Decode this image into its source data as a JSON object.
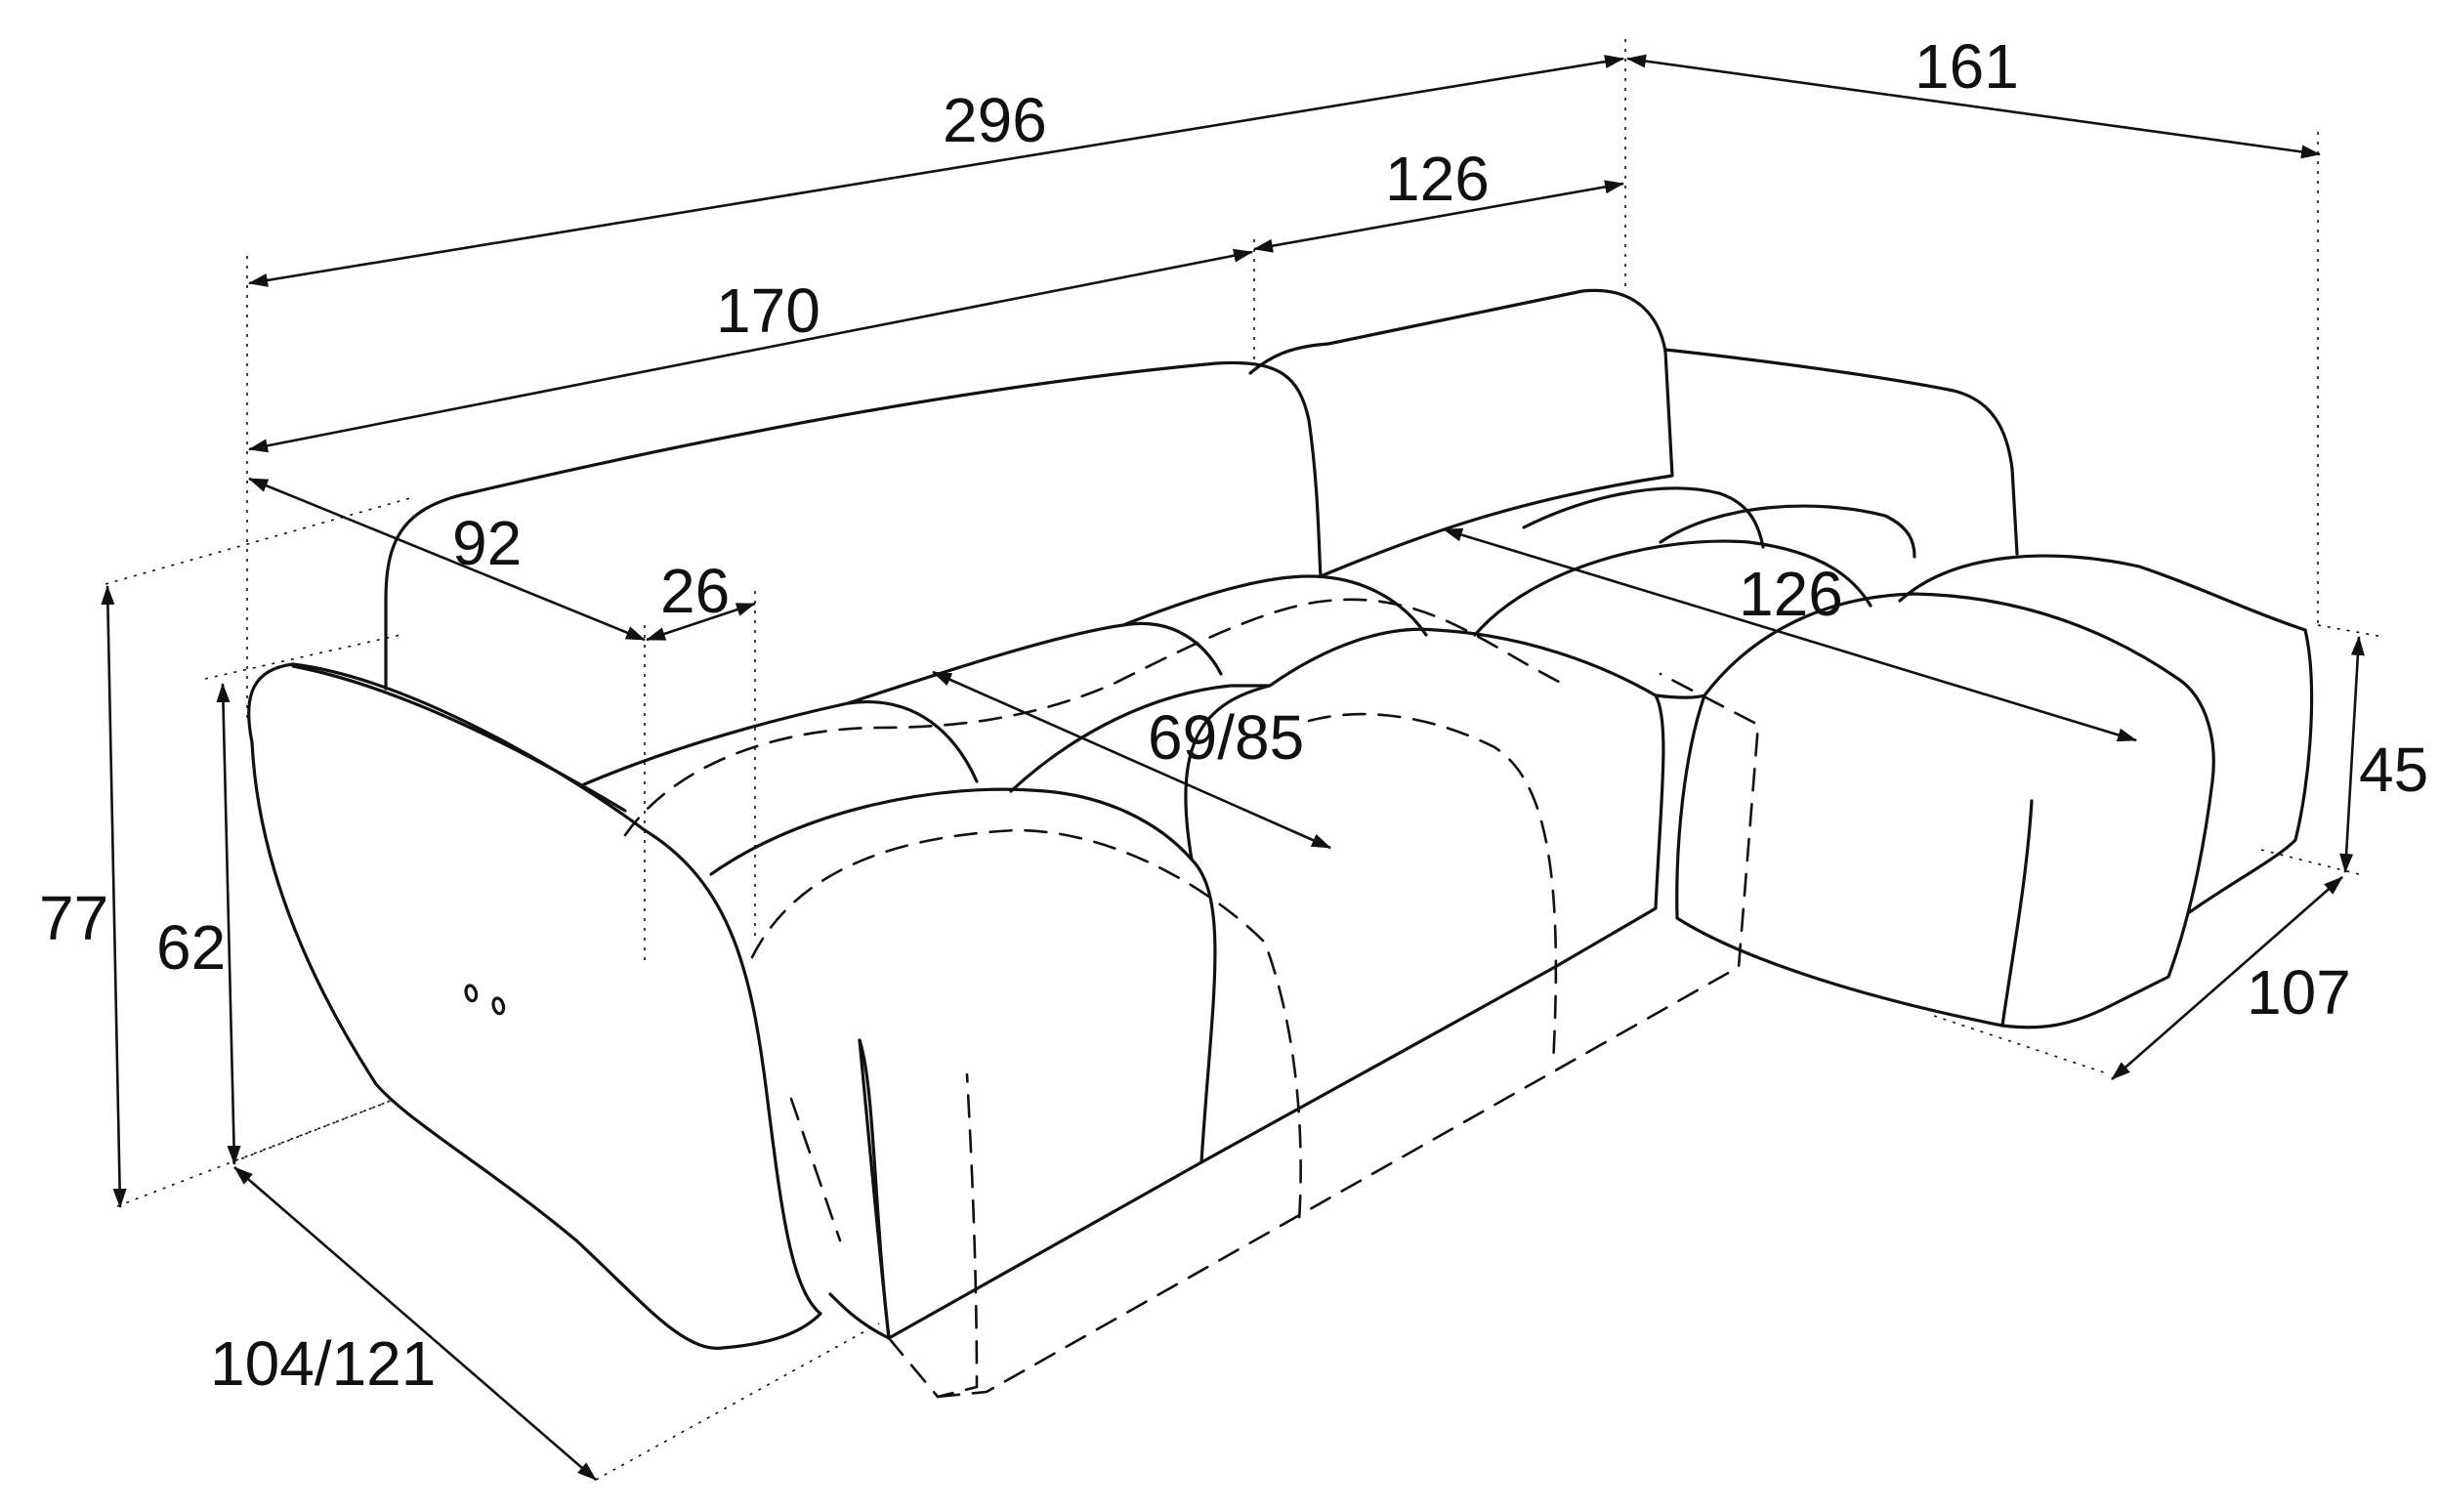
{
  "dimensions": {
    "overall_length": "296",
    "chaise_depth_total": "161",
    "chaise_section_length": "126",
    "main_section_length": "170",
    "back_depth": "92",
    "armrest_width": "26",
    "seat_depth": "69/85",
    "chaise_length": "126",
    "chaise_seat_height": "45",
    "chaise_width": "107",
    "overall_height": "77",
    "armrest_height": "62",
    "depth_closed_open": "104/121"
  }
}
